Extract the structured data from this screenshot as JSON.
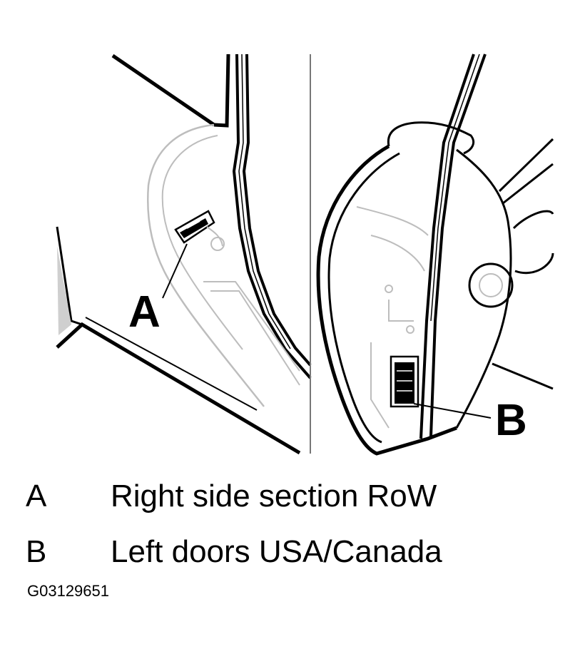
{
  "callouts": {
    "a": "A",
    "b": "B"
  },
  "legend": [
    {
      "key": "A",
      "text": "Right side section RoW"
    },
    {
      "key": "B",
      "text": "Left doors USA/Canada"
    }
  ],
  "figure_id": "G03129651",
  "colors": {
    "line": "#000000",
    "detail": "#bdbdbd",
    "fill": "#ffffff"
  }
}
